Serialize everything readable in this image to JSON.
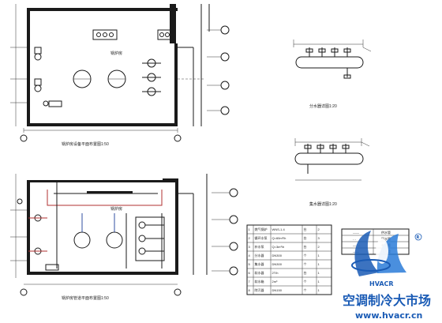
{
  "drawings": {
    "plan_top_caption": "锅炉房设备平面布置图1:50",
    "plan_bottom_caption": "锅炉房管道平面布置图1:50",
    "header_top_caption": "分水器详图1:20",
    "header_bottom_caption": "集水器详图1:20",
    "room_label": "锅炉房"
  },
  "equipment_table": {
    "rows": [
      [
        "1",
        "燃气锅炉",
        "WNS-1.4",
        "台",
        "2"
      ],
      [
        "2",
        "循环水泵",
        "Q=60m³/h",
        "台",
        "3"
      ],
      [
        "3",
        "补水泵",
        "Q=3m³/h",
        "台",
        "2"
      ],
      [
        "4",
        "分水器",
        "DN300",
        "个",
        "1"
      ],
      [
        "5",
        "集水器",
        "DN300",
        "个",
        "1"
      ],
      [
        "6",
        "软水器",
        "2T/h",
        "台",
        "1"
      ],
      [
        "7",
        "软水箱",
        "2m³",
        "个",
        "1"
      ],
      [
        "8",
        "除污器",
        "DN150",
        "个",
        "1"
      ]
    ]
  },
  "legend_table": {
    "rows": [
      [
        "——",
        "供水管"
      ],
      [
        "- -",
        "回水管"
      ],
      [
        "—·—",
        "补水管"
      ],
      [
        "——",
        "排污管"
      ]
    ]
  },
  "watermark": {
    "brand_text": "空调制冷大市场",
    "url_text": "www.hvacr.cn",
    "logo_text": "HVACR"
  },
  "colors": {
    "supply_pipe": "#b03030",
    "return_pipe": "#304fa0",
    "logo_blue": "#1a5bb5"
  }
}
